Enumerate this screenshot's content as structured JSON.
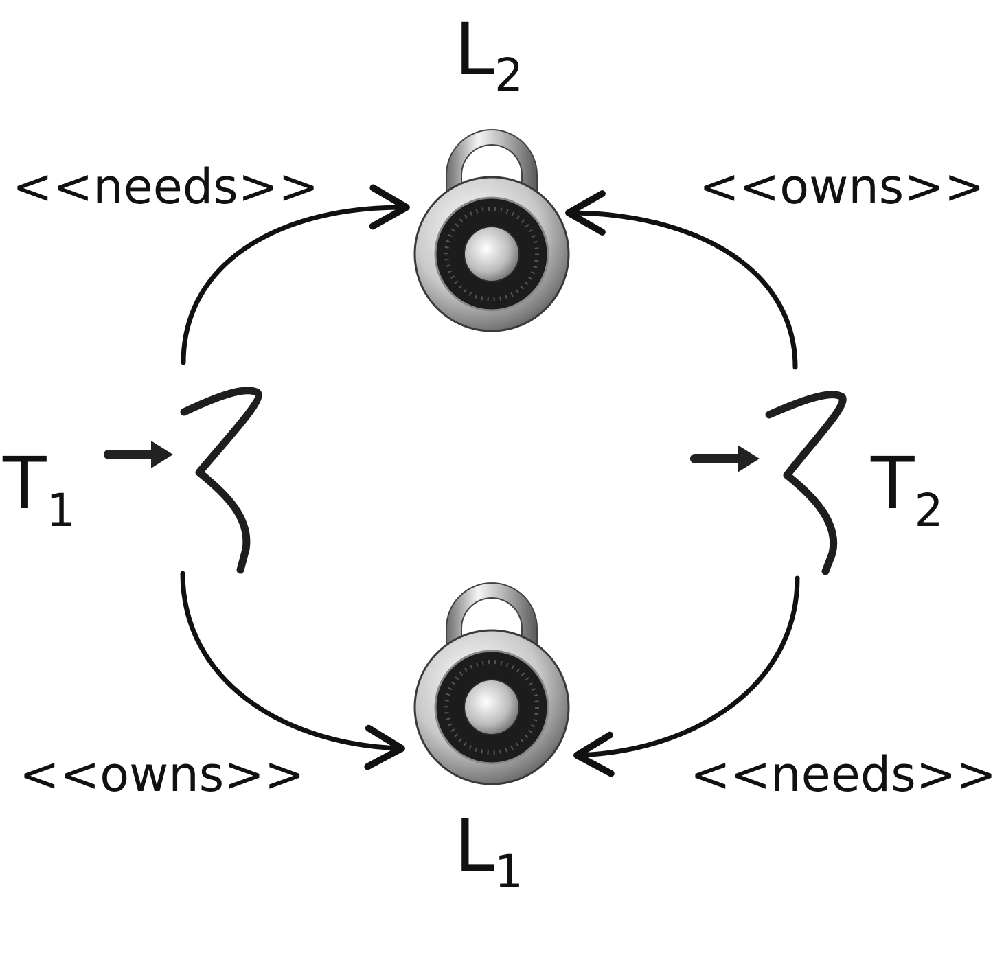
{
  "locks": {
    "top": {
      "letter": "L",
      "sub": "2",
      "icon": "padlock-icon"
    },
    "bottom": {
      "letter": "L",
      "sub": "1",
      "icon": "padlock-icon"
    }
  },
  "threads": {
    "left": {
      "letter": "T",
      "sub": "1",
      "icon": "thread-icon"
    },
    "right": {
      "letter": "T",
      "sub": "2",
      "icon": "thread-icon"
    }
  },
  "relations": {
    "t1_to_l2": "<<needs>>",
    "t2_to_l2": "<<owns>>",
    "t1_to_l1": "<<owns>>",
    "t2_to_l1": "<<needs>>"
  },
  "colors": {
    "stroke": "#111111",
    "metal_light": "#f2f2f2",
    "metal_dark": "#555555",
    "dial": "#1c1c1c"
  }
}
